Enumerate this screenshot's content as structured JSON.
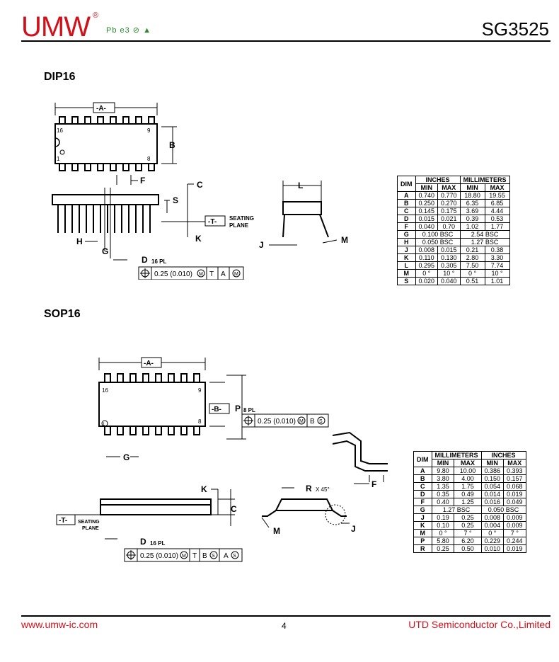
{
  "header": {
    "brand": "UMW",
    "registered": "®",
    "badges": "Pb e3 ⊘ ▲",
    "part_number": "SG3525"
  },
  "dip16": {
    "title": "DIP16",
    "labels": {
      "a": "-A-",
      "b": "B",
      "f": "F",
      "c": "C",
      "s": "S",
      "k": "K",
      "t": "-T-",
      "seating": "SEATING",
      "plane": "PLANE",
      "h": "H",
      "g": "G",
      "d": "D",
      "d_pl": "16 PL",
      "l": "L",
      "j": "J",
      "m": "M",
      "pin16": "16",
      "pin9": "9",
      "pin1": "1",
      "pin8": "8",
      "tol": "0.25 (0.010)",
      "tol_m": "M",
      "tol_t": "T",
      "tol_a": "A",
      "tol_a_m": "M"
    },
    "table": {
      "group1": "INCHES",
      "group2": "MILLIMETERS",
      "dim": "DIM",
      "min": "MIN",
      "max": "MAX",
      "rows": [
        {
          "d": "A",
          "v": [
            "0.740",
            "0.770",
            "18.80",
            "19.55"
          ]
        },
        {
          "d": "B",
          "v": [
            "0.250",
            "0.270",
            "6.35",
            "6.85"
          ]
        },
        {
          "d": "C",
          "v": [
            "0.145",
            "0.175",
            "3.69",
            "4.44"
          ]
        },
        {
          "d": "D",
          "v": [
            "0.015",
            "0.021",
            "0.39",
            "0.53"
          ]
        },
        {
          "d": "F",
          "v": [
            "0.040",
            "0.70",
            "1.02",
            "1.77"
          ]
        },
        {
          "d": "G",
          "span": [
            "0.100 BSC",
            "2.54 BSC"
          ]
        },
        {
          "d": "H",
          "span": [
            "0.050 BSC",
            "1.27 BSC"
          ]
        },
        {
          "d": "J",
          "v": [
            "0.008",
            "0.015",
            "0.21",
            "0.38"
          ]
        },
        {
          "d": "K",
          "v": [
            "0.110",
            "0.130",
            "2.80",
            "3.30"
          ]
        },
        {
          "d": "L",
          "v": [
            "0.295",
            "0.305",
            "7.50",
            "7.74"
          ]
        },
        {
          "d": "M",
          "v": [
            "0 °",
            "10 °",
            "0 °",
            "10 °"
          ]
        },
        {
          "d": "S",
          "v": [
            "0.020",
            "0.040",
            "0.51",
            "1.01"
          ]
        }
      ]
    }
  },
  "sop16": {
    "title": "SOP16",
    "labels": {
      "a": "-A-",
      "b": "-B-",
      "p": "P",
      "p_pl": "8 PL",
      "tol_p": "0.25 (0.010)",
      "tol_p_m": "M",
      "tol_p_b": "B",
      "tol_p_s": "S",
      "g": "G",
      "k": "K",
      "c": "C",
      "t": "-T-",
      "seating": "SEATING",
      "plane": "PLANE",
      "d": "D",
      "d_pl": "16 PL",
      "tol_d": "0.25 (0.010)",
      "tol_d_m": "M",
      "tol_d_t": "T",
      "tol_d_b": "B",
      "tol_d_s1": "S",
      "tol_d_a": "A",
      "tol_d_s2": "S",
      "r": "R",
      "r_x": "X 45°",
      "f": "F",
      "m": "M",
      "j": "J",
      "pin16": "16",
      "pin9": "9",
      "pin1": "1",
      "pin8": "8"
    },
    "table": {
      "group1": "MILLIMETERS",
      "group2": "INCHES",
      "dim": "DIM",
      "min": "MIN",
      "max": "MAX",
      "rows": [
        {
          "d": "A",
          "v": [
            "9.80",
            "10.00",
            "0.386",
            "0.393"
          ]
        },
        {
          "d": "B",
          "v": [
            "3.80",
            "4.00",
            "0.150",
            "0.157"
          ]
        },
        {
          "d": "C",
          "v": [
            "1.35",
            "1.75",
            "0.054",
            "0.068"
          ]
        },
        {
          "d": "D",
          "v": [
            "0.35",
            "0.49",
            "0.014",
            "0.019"
          ]
        },
        {
          "d": "F",
          "v": [
            "0.40",
            "1.25",
            "0.016",
            "0.049"
          ]
        },
        {
          "d": "G",
          "span": [
            "1.27 BSC",
            "0.050 BSC"
          ]
        },
        {
          "d": "J",
          "v": [
            "0.19",
            "0.25",
            "0.008",
            "0.009"
          ]
        },
        {
          "d": "K",
          "v": [
            "0.10",
            "0.25",
            "0.004",
            "0.009"
          ]
        },
        {
          "d": "M",
          "v": [
            "0 °",
            "7 °",
            "0 °",
            "7 °"
          ]
        },
        {
          "d": "P",
          "v": [
            "5.80",
            "6.20",
            "0.229",
            "0.244"
          ]
        },
        {
          "d": "R",
          "v": [
            "0.25",
            "0.50",
            "0.010",
            "0.019"
          ]
        }
      ]
    }
  },
  "footer": {
    "website": "www.umw-ic.com",
    "page": "4",
    "company": "UTD Semiconductor Co.,Limited"
  },
  "colors": {
    "brand_red": "#d1101a",
    "badge_green": "#2a8a2a"
  }
}
